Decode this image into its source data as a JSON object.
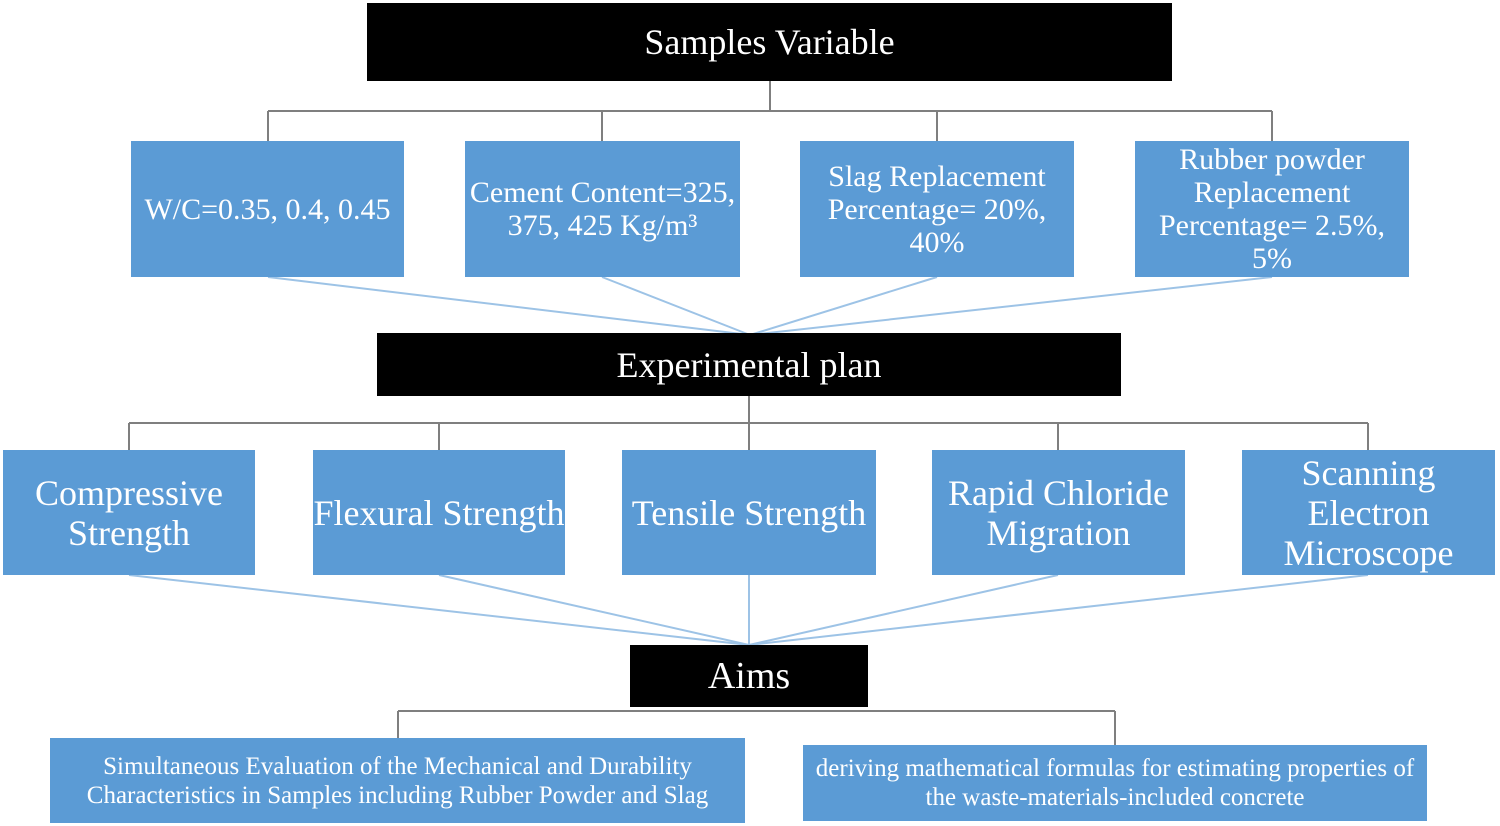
{
  "headers": {
    "samples_variable": "Samples Variable",
    "experimental_plan": "Experimental plan",
    "aims": "Aims"
  },
  "variables": [
    {
      "text": "W/C=0.35, 0.4, 0.45"
    },
    {
      "text": "Cement Content=325, 375, 425 Kg/m³"
    },
    {
      "text": "Slag Replacement Percentage= 20%, 40%"
    },
    {
      "text": "Rubber powder Replacement Percentage= 2.5%, 5%"
    }
  ],
  "tests": [
    {
      "text": "Compressive Strength"
    },
    {
      "text": "Flexural Strength"
    },
    {
      "text": "Tensile Strength"
    },
    {
      "text": "Rapid Chloride Migration"
    },
    {
      "text": "Scanning Electron Microscope"
    }
  ],
  "aims": [
    {
      "text": "Simultaneous Evaluation of the Mechanical and Durability Characteristics in Samples including Rubber Powder and Slag"
    },
    {
      "text": "deriving mathematical formulas for estimating properties of the waste-materials-included concrete"
    }
  ],
  "colors": {
    "box_fill": "#5b9bd5",
    "header_fill": "#000000",
    "connector": "#7f7f7f",
    "converge_line": "#9dc3e6"
  }
}
